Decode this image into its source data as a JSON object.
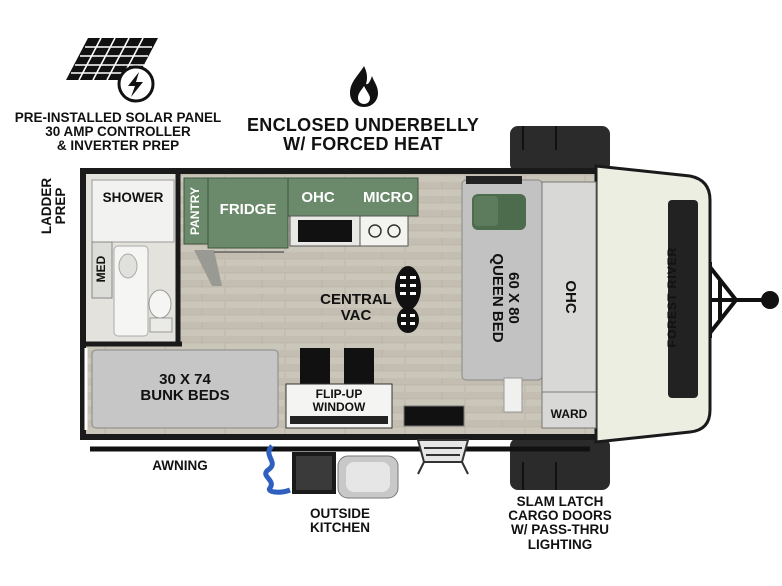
{
  "callouts": {
    "solar": [
      "PRE-INSTALLED SOLAR PANEL",
      "30 AMP CONTROLLER",
      "& INVERTER PREP"
    ],
    "underbelly": [
      "ENCLOSED UNDERBELLY",
      "W/ FORCED HEAT"
    ],
    "ladder": [
      "LADDER",
      "PREP"
    ],
    "awning": "AWNING",
    "outside_kitchen": [
      "OUTSIDE",
      "KITCHEN"
    ],
    "cargo_doors": [
      "SLAM LATCH",
      "CARGO DOORS",
      "W/ PASS-THRU",
      "LIGHTING"
    ]
  },
  "rooms": {
    "shower": "SHOWER",
    "med": "MED",
    "pantry": "PANTRY",
    "fridge": "FRIDGE",
    "ohc_kitchen": "OHC",
    "micro": "MICRO",
    "central_vac": [
      "CENTRAL",
      "VAC"
    ],
    "queen_bed": [
      "60 x 80",
      "QUEEN BED"
    ],
    "ohc_front": "OHC",
    "bunk_beds": [
      "30 X 74",
      "BUNK BEDS"
    ],
    "flip_up_window": [
      "FLIP-UP",
      "WINDOW"
    ],
    "ward": "WARD"
  },
  "brand": "FOREST RIVER",
  "colors": {
    "cabinet_green": "#6b8a6b",
    "floor": "#c9c4b8",
    "wall": "#1a1a1a",
    "gray_fixture": "#bfbfbf",
    "nose_cap": "#eceee2",
    "hose_blue": "#2f5fbf"
  }
}
